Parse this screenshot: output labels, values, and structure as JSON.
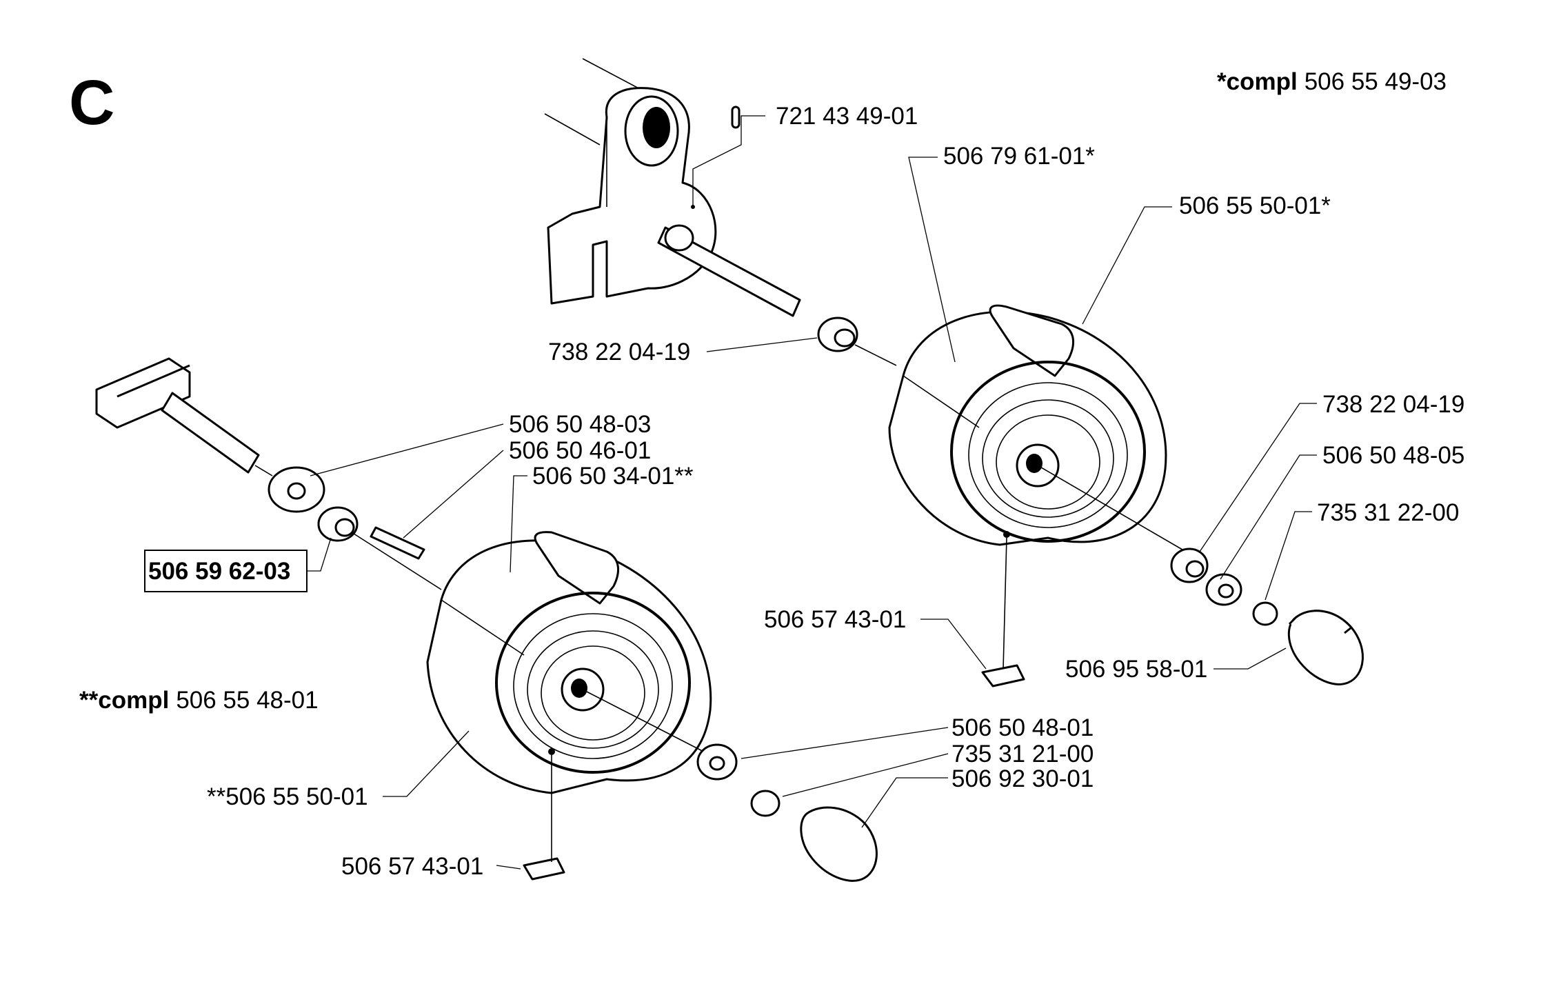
{
  "section_letter": "C",
  "compl_top": {
    "prefix": "*compl",
    "number": "506 55 49-03"
  },
  "compl_bottom": {
    "prefix": "**compl",
    "number": "506 55 48-01"
  },
  "callouts": {
    "c1": "721 43 49-01",
    "c2": "506 79 61-01*",
    "c3": "506 55 50-01*",
    "c4": "738 22 04-19",
    "c5": "738 22 04-19",
    "c6": "506 50 48-05",
    "c7": "735 31 22-00",
    "c8": "506 57 43-01",
    "c9": "506 95 58-01",
    "c10": "506 50 48-03",
    "c11": "506 50 46-01",
    "c12": "506 50 34-01**",
    "c13": "506 59 62-03",
    "c14": "506 50 48-01",
    "c15": "735 31 21-00",
    "c16": "506 92 30-01",
    "c17": "**506 55 50-01",
    "c18": "506 57 43-01"
  }
}
